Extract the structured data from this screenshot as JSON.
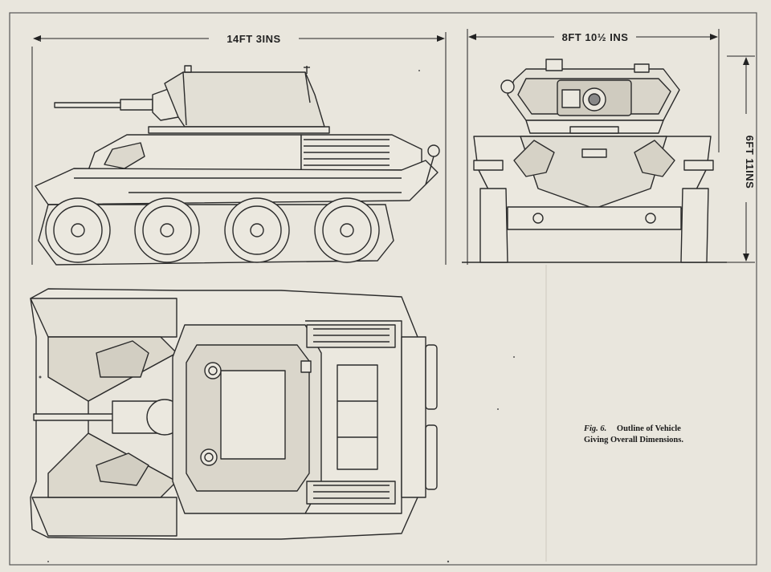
{
  "dimensions": {
    "length": "14FT 3INS",
    "width": "8FT 10½ INS",
    "height": "6FT 11INS"
  },
  "caption": {
    "figure": "Fig. 6.",
    "line1": "Outline of Vehicle",
    "line2": "Giving Overall Dimensions."
  },
  "colors": {
    "paper": "#e9e6dd",
    "ink": "#2b2b2b",
    "shade": "#d6d2c8"
  }
}
